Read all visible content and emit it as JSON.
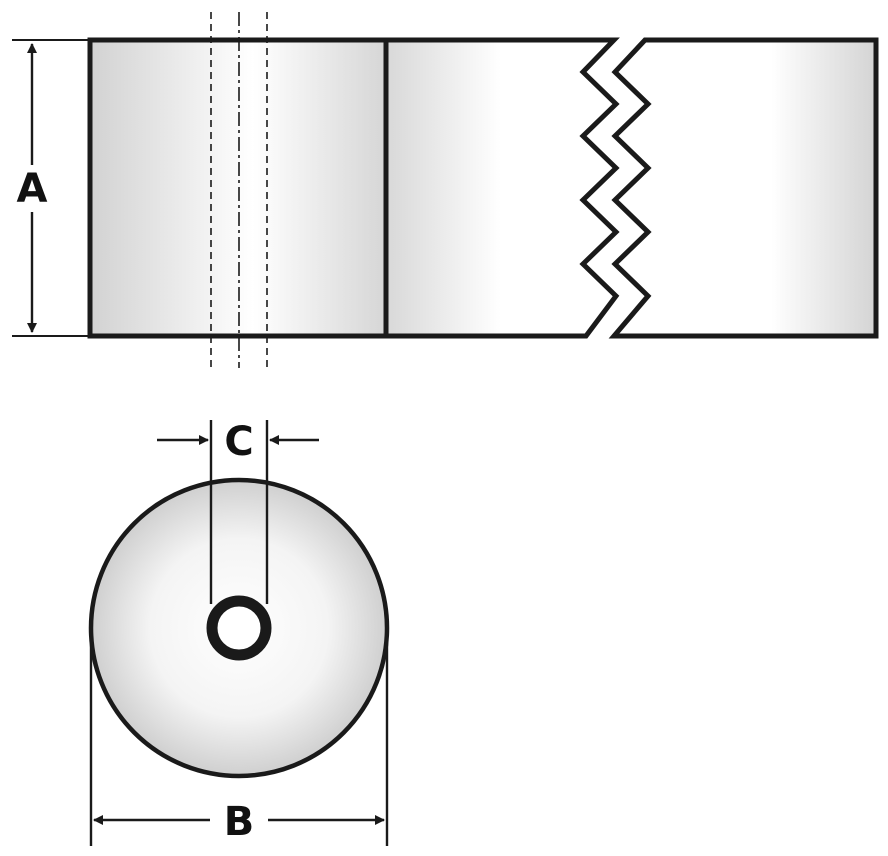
{
  "diagram": {
    "labels": {
      "height": "A",
      "outer_diameter": "B",
      "core_diameter": "C"
    },
    "colors": {
      "stroke": "#1a1a1a",
      "roll_fill_light": "#ffffff",
      "roll_fill_shade": "#cfcfcf",
      "background": "#ffffff"
    }
  }
}
